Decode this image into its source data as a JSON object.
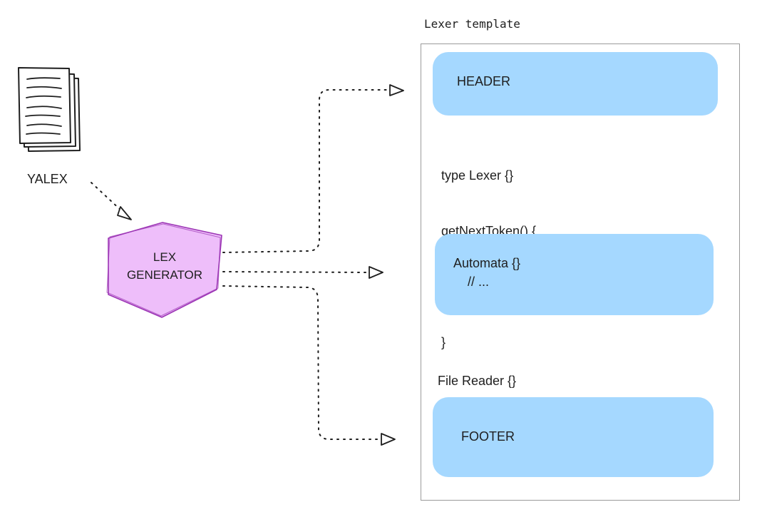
{
  "template": {
    "title": "Lexer template",
    "header_block": "HEADER",
    "lexer_code": [
      "type Lexer {}",
      "getNextToken() {",
      "   // ...",
      "}"
    ],
    "automata_block": [
      "Automata {}",
      "    // ..."
    ],
    "reader_code": [
      "File Reader {}",
      "  // ..."
    ],
    "footer_block": "FOOTER"
  },
  "input": {
    "label": "YALEX",
    "icon": "document-stack-icon"
  },
  "generator": {
    "label_line1": "LEX",
    "label_line2": "GENERATOR",
    "fill": "#eebefa",
    "stroke": "#9c36b5"
  },
  "colors": {
    "block_fill": "#a5d8ff",
    "frame_stroke": "#9a9a9a",
    "text": "#1e1e1e"
  }
}
